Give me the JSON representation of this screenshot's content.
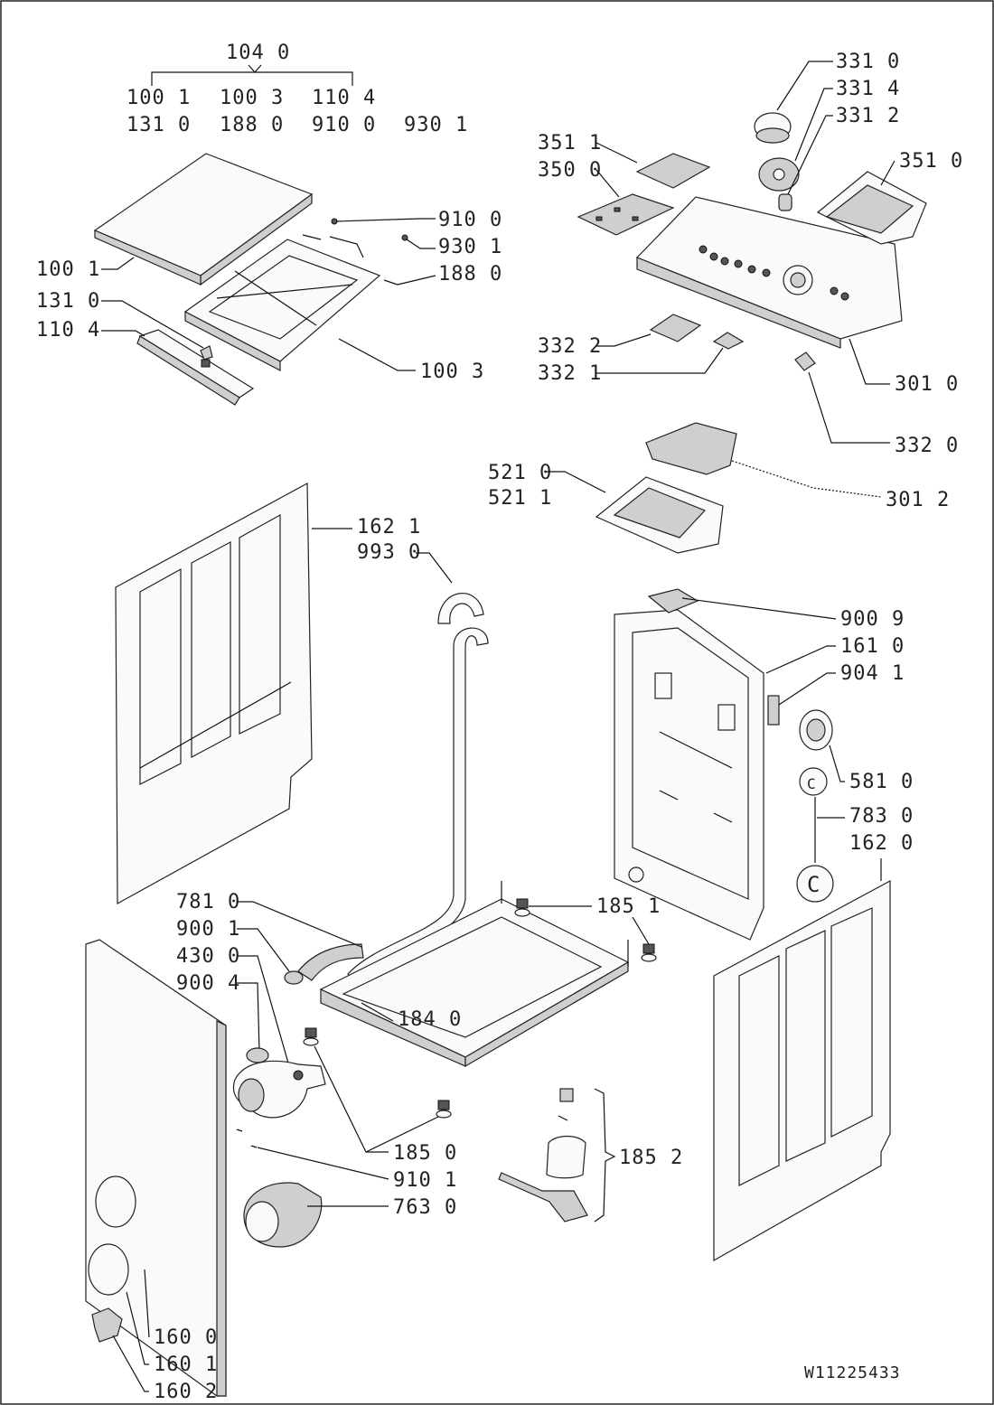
{
  "document_code": "W11225433",
  "labels": {
    "group_top": "104 0",
    "top_row1": [
      "100 1",
      "100 3",
      "110 4"
    ],
    "top_row2": [
      "131 0",
      "188 0",
      "910 0",
      "930 1"
    ],
    "l_910_0": "910 0",
    "l_930_1": "930 1",
    "l_188_0": "188 0",
    "l_100_1": "100 1",
    "l_131_0": "131 0",
    "l_110_4": "110 4",
    "l_100_3": "100 3",
    "l_351_1": "351 1",
    "l_350_0": "350 0",
    "l_331_0": "331 0",
    "l_331_4": "331 4",
    "l_331_2": "331 2",
    "l_351_0": "351 0",
    "l_332_2": "332 2",
    "l_332_1": "332 1",
    "l_301_0": "301 0",
    "l_332_0": "332 0",
    "l_521_0": "521 0",
    "l_521_1": "521 1",
    "l_301_2": "301 2",
    "l_162_1": "162 1",
    "l_993_0": "993 0",
    "l_900_9": "900 9",
    "l_161_0": "161 0",
    "l_904_1": "904 1",
    "l_581_0": "581 0",
    "l_783_0": "783 0",
    "l_162_0": "162 0",
    "l_781_0": "781 0",
    "l_185_1": "185 1",
    "l_900_1": "900 1",
    "l_430_0": "430 0",
    "l_900_4": "900 4",
    "l_184_0": "184 0",
    "l_185_2": "185 2",
    "l_185_0": "185 0",
    "l_910_1": "910 1",
    "l_763_0": "763 0",
    "l_160_0": "160 0",
    "l_160_1": "160 1",
    "l_160_2": "160 2",
    "marker_c": "C"
  }
}
